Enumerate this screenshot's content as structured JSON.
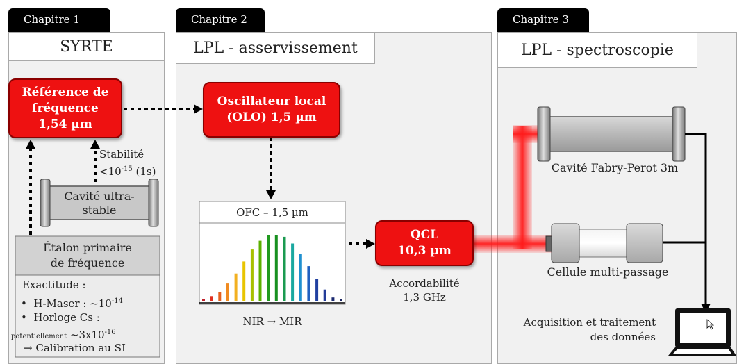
{
  "chapters": [
    "Chapitre 1",
    "Chapitre 2",
    "Chapitre 3"
  ],
  "panels": {
    "p1_title": "SYRTE",
    "p2_title": "LPL - asservissement",
    "p3_title": "LPL - spectroscopie"
  },
  "ref_box": [
    "Référence de",
    "fréquence",
    "1,54 µm"
  ],
  "olo_box": [
    "Oscillateur local",
    "(OLO) 1,5 µm"
  ],
  "qcl_box": [
    "QCL",
    "10,3 µm"
  ],
  "stability": {
    "line1": "Stabilité",
    "pre": "<10",
    "exp": "-15",
    "post": " (1s)"
  },
  "cavity_us": [
    "Cavité ultra-",
    "stable"
  ],
  "etalon": [
    "Étalon primaire",
    "de fréquence"
  ],
  "exactitude": {
    "title": "Exactitude :",
    "bullet1_pre": "H-Maser : ~10",
    "bullet1_exp": "-14",
    "bullet2": "Horloge Cs :",
    "pot_small": "potentiellement",
    "pot_pre": " ~3x10",
    "pot_exp": "-16",
    "calib": "→ Calibration au SI"
  },
  "ofc": {
    "label": "OFC – 1,5 µm",
    "caption": "NIR → MIR"
  },
  "ofc_spectrum": {
    "values": [
      0.03,
      0.08,
      0.14,
      0.27,
      0.42,
      0.6,
      0.78,
      0.91,
      1.0,
      1.0,
      0.97,
      0.87,
      0.71,
      0.53,
      0.34,
      0.18,
      0.06,
      0.03
    ],
    "colors": [
      "#c0202a",
      "#e03020",
      "#e56020",
      "#f08a20",
      "#f2b020",
      "#e8c400",
      "#a8c000",
      "#5cb000",
      "#229a20",
      "#189020",
      "#1a9a50",
      "#1aa8a0",
      "#2090d0",
      "#2060c0",
      "#2040a0",
      "#243c98",
      "#1c2a70",
      "#1a2460"
    ]
  },
  "accord": [
    "Accordabilité",
    "1,3 GHz"
  ],
  "fabry": "Cavité Fabry-Perot 3m",
  "multipass": "Cellule multi-passage",
  "acq": [
    "Acquisition et traitement",
    "des données"
  ],
  "colors": {
    "red": "#ee1111",
    "dark_red": "#8a0000",
    "panel": "#f1f1f1",
    "beam": "#ff3030"
  }
}
